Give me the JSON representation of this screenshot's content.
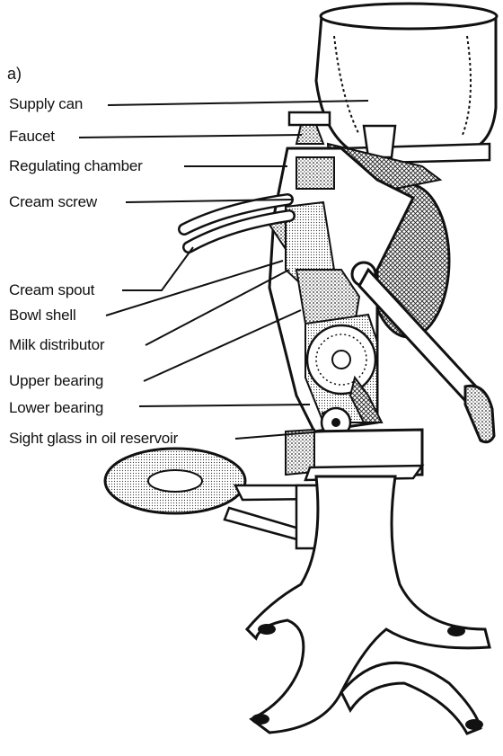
{
  "figure": {
    "panel_label": "a)",
    "labels": [
      "Supply can",
      "Faucet",
      "Regulating chamber",
      "Cream screw",
      "Cream spout",
      "Bowl shell",
      "Milk distributor",
      "Upper bearing",
      "Lower bearing",
      "Sight glass in oil reservoir"
    ]
  },
  "colors": {
    "ink": "#111111",
    "hatch": "#555555",
    "background": "#ffffff"
  }
}
